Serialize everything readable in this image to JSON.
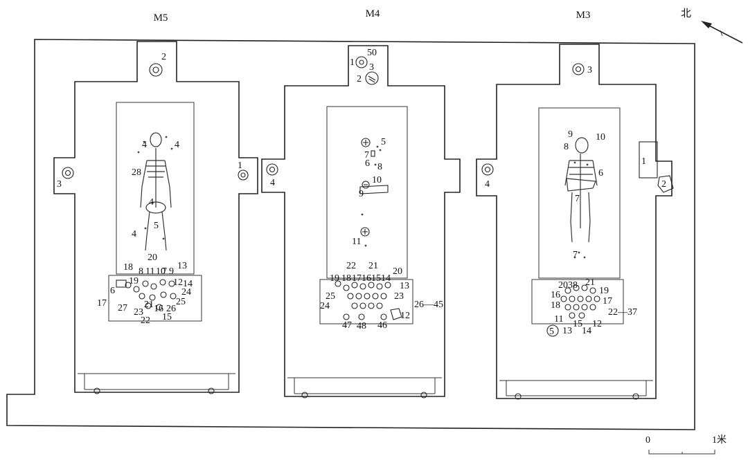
{
  "tombs": [
    {
      "id": "M5",
      "labels": [
        "2",
        "1",
        "3",
        "4",
        "4",
        "28",
        "4",
        "5",
        "4",
        "20",
        "18",
        "8",
        "11",
        "10",
        "7",
        "9",
        "13",
        "6",
        "19",
        "12",
        "14",
        "24",
        "25",
        "17",
        "27",
        "23",
        "21",
        "16",
        "26",
        "22",
        "15"
      ]
    },
    {
      "id": "M4",
      "labels": [
        "1",
        "50",
        "3",
        "2",
        "4",
        "5",
        "7",
        "6",
        "8",
        "10",
        "9",
        "11",
        "22",
        "21",
        "20",
        "19",
        "18",
        "17",
        "16",
        "15",
        "14",
        "13",
        "25",
        "23",
        "24",
        "26—45",
        "12",
        "47",
        "48",
        "46"
      ]
    },
    {
      "id": "M3",
      "labels": [
        "3",
        "4",
        "1",
        "2",
        "9",
        "10",
        "8",
        "6",
        "7",
        "7",
        "20",
        "38",
        "21",
        "19",
        "16",
        "17",
        "18",
        "22—37",
        "11",
        "15",
        "12",
        "5",
        "13",
        "14"
      ]
    }
  ],
  "north": "北",
  "scale": {
    "zero": "0",
    "end": "1米"
  }
}
